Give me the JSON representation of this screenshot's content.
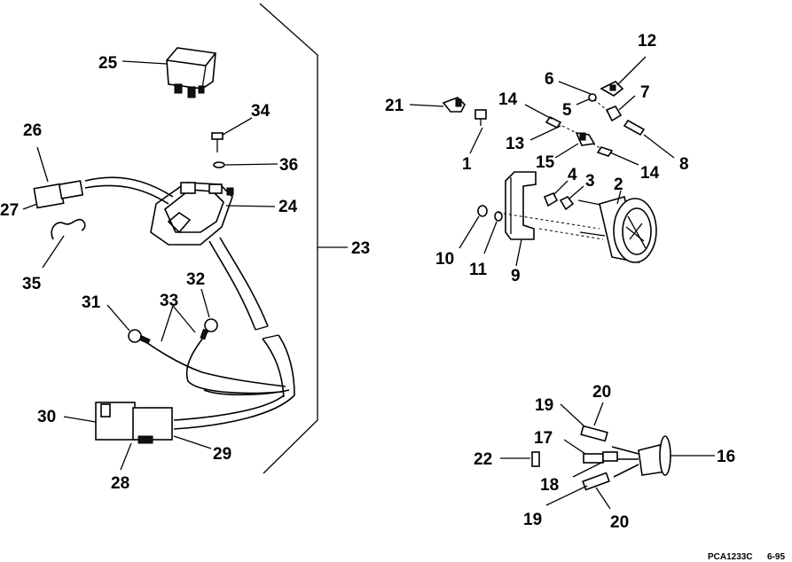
{
  "callouts": {
    "c1": "1",
    "c2": "2",
    "c3": "3",
    "c4": "4",
    "c5": "5",
    "c6": "6",
    "c7": "7",
    "c8": "8",
    "c9": "9",
    "c10": "10",
    "c11": "11",
    "c12": "12",
    "c13": "13",
    "c14a": "14",
    "c14b": "14",
    "c15": "15",
    "c16": "16",
    "c17": "17",
    "c18": "18",
    "c19a": "19",
    "c19b": "19",
    "c20a": "20",
    "c20b": "20",
    "c21": "21",
    "c22": "22",
    "c23": "23",
    "c24": "24",
    "c25": "25",
    "c26": "26",
    "c27": "27",
    "c28": "28",
    "c29": "29",
    "c30": "30",
    "c31": "31",
    "c32": "32",
    "c33": "33",
    "c34": "34",
    "c35": "35",
    "c36": "36"
  },
  "footer": {
    "code": "PCA1233C",
    "date": "6-95"
  },
  "parts": {
    "relay": "relay-icon",
    "harness": "wiring-harness",
    "key_switch": "ignition-switch",
    "gauge": "gauge",
    "bracket": "mounting-bracket",
    "lamp_socket": "lamp-socket",
    "connector": "harness-connector"
  }
}
